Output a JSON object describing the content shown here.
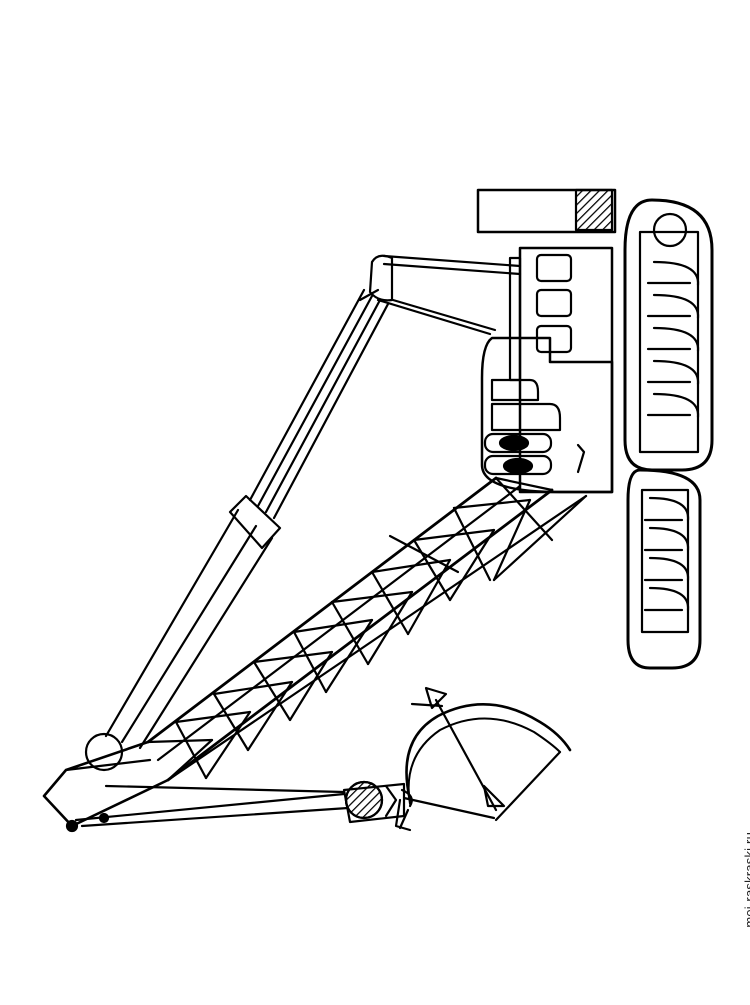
{
  "image": {
    "kind": "coloring-page",
    "subject": "crawler crane",
    "line_color": "#000000",
    "background_color": "#ffffff"
  },
  "watermark": {
    "text": "moi-raskraski.ru"
  }
}
